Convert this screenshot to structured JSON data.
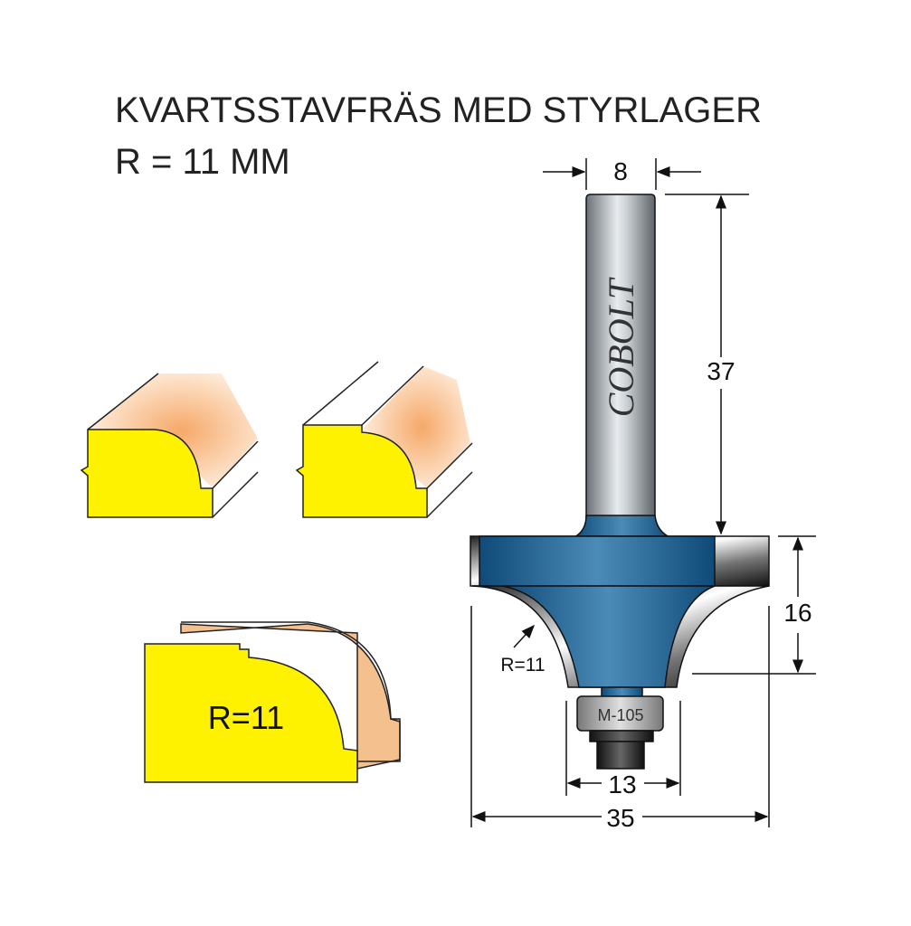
{
  "title": {
    "line1": "KVARTSSTAVFRÄS MED STYRLAGER",
    "line2": "R = 11 MM"
  },
  "bit": {
    "brand": "COBOLT",
    "bearing_label": "M-105",
    "radius_label": "R=11"
  },
  "dimensions": {
    "shank_diameter": "8",
    "shank_length": "37",
    "cutting_height": "16",
    "bearing_diameter": "13",
    "cutting_diameter": "35"
  },
  "profile": {
    "radius_label": "R=11"
  },
  "colors": {
    "blue": "#1f5f8f",
    "yellow": "#fff200",
    "wood": "#f4c08e"
  }
}
